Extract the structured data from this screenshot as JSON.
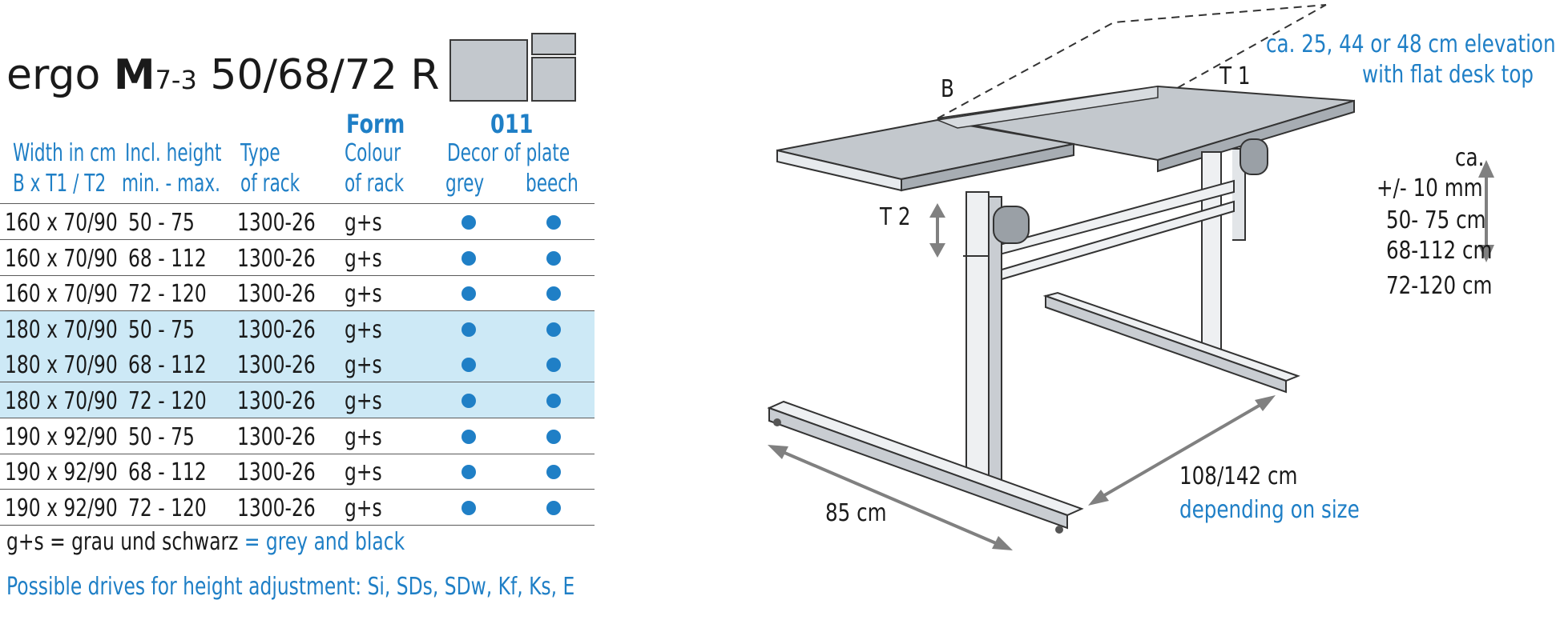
{
  "product": {
    "name_prefix": "ergo ",
    "name_bold": "M",
    "name_model": "7-3",
    "name_sizes": " 50/68/72 R"
  },
  "table": {
    "form_label": "Form",
    "decor_code": "011",
    "headers": {
      "width_1": "Width in cm",
      "width_2": "B  x T1 / T2",
      "height_1": "Incl. height",
      "height_2": "min. - max.",
      "type_1": "Type",
      "type_2": "of rack",
      "colour_1": "Colour",
      "colour_2": "of rack",
      "decor_1": "Decor of plate",
      "grey": "grey",
      "beech": "beech"
    },
    "rows": [
      {
        "size": "160 x 70/90",
        "height": "50 -   75",
        "type": "1300-26",
        "colour": "g+s",
        "highlight": false
      },
      {
        "size": "160 x 70/90",
        "height": "68 - 112",
        "type": "1300-26",
        "colour": "g+s",
        "highlight": false
      },
      {
        "size": "160 x 70/90",
        "height": "72 - 120",
        "type": "1300-26",
        "colour": "g+s",
        "highlight": false
      },
      {
        "size": "180 x 70/90",
        "height": "50 -   75",
        "type": "1300-26",
        "colour": "g+s",
        "highlight": true
      },
      {
        "size": "180 x 70/90",
        "height": "68 - 112",
        "type": "1300-26",
        "colour": "g+s",
        "highlight": true
      },
      {
        "size": "180 x 70/90",
        "height": "72 - 120",
        "type": "1300-26",
        "colour": "g+s",
        "highlight": true
      },
      {
        "size": "190 x 92/90",
        "height": "50 -   75",
        "type": "1300-26",
        "colour": "g+s",
        "highlight": false
      },
      {
        "size": "190 x 92/90",
        "height": "68 - 112",
        "type": "1300-26",
        "colour": "g+s",
        "highlight": false
      },
      {
        "size": "190 x 92/90",
        "height": "72 - 120",
        "type": "1300-26",
        "colour": "g+s",
        "highlight": false
      }
    ]
  },
  "notes": {
    "legend_de": "g+s = grau und schwarz",
    "legend_en": "= grey and black",
    "drives": "Possible drives for height adjustment: Si, SDs, SDw, Kf, Ks, E"
  },
  "diagram": {
    "label_b": "B",
    "label_t1": "T 1",
    "label_t2": "T 2",
    "elevation_1": "ca. 25, 44 or 48 cm elevation",
    "elevation_2": "with flat desk top",
    "ca": "ca.",
    "tilt": "+/- 10 mm",
    "range_1": "50-  75 cm",
    "range_2": "68-112 cm",
    "range_3": "72-120 cm",
    "depth": "85 cm",
    "length": "108/142 cm",
    "length_note": "depending on size"
  },
  "colors": {
    "accent_blue": "#1f7fc6",
    "row_highlight": "#cde9f6",
    "dot_blue": "#1f7fc6",
    "plate_grey": "#c3c8cd"
  }
}
